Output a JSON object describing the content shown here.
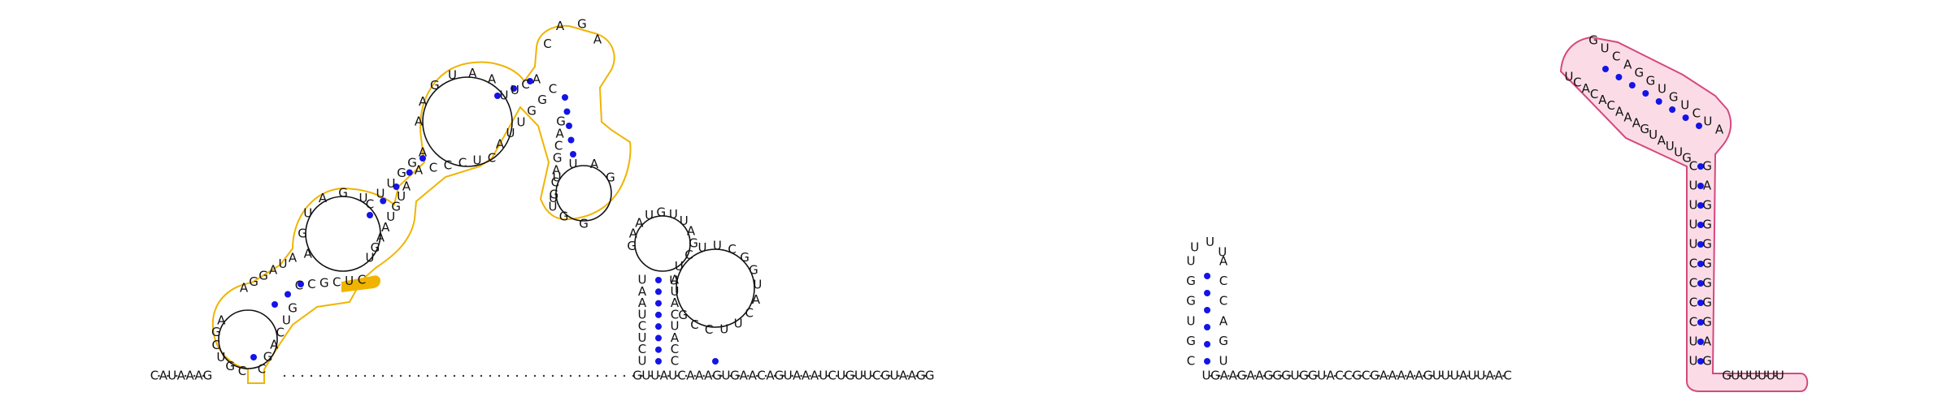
{
  "colors": {
    "background": "#ffffff",
    "nucleotide_text": "#111111",
    "base_pair_dot": "#1414e6",
    "backbone_dot": "#333333",
    "domain1_outline": "#f0b400",
    "domain1_fill": "#ffffff",
    "domain1_highlight": "#f0b400",
    "domain2_outline": "#d6487e",
    "domain2_fill": "#fbdce6",
    "loop_stroke": "#111111"
  },
  "sequence": {
    "left_segment": "CAUAAAG",
    "middle_segment": "GUUAUCAAAGUGAACAGUAAAUCUGUUCGUAAGG",
    "right_segment": "UGAAGAAGGGUGGUACCGCGAAAAAGUUUAUUAAC",
    "tail_segment": "GUUUUUU"
  },
  "domain_1": {
    "strand_a": [
      "C",
      "G",
      "U",
      "C",
      "G",
      "A",
      "A",
      "G",
      "G",
      "A",
      "U",
      "A",
      "A",
      "G",
      "U",
      "A",
      "G",
      "U",
      "C",
      "U",
      "U",
      "G",
      "G",
      "A",
      "A",
      "A",
      "G",
      "U",
      "A",
      "A",
      "U",
      "U",
      "C",
      "A",
      "C",
      "A",
      "G",
      "A"
    ],
    "strand_b": [
      "C",
      "G",
      "A",
      "C",
      "U",
      "G",
      "C",
      "C",
      "G",
      "C",
      "U",
      "C",
      "U",
      "G",
      "A",
      "A",
      "U",
      "G",
      "U",
      "A",
      "A",
      "C",
      "C",
      "C",
      "U",
      "C",
      "A",
      "U",
      "U",
      "G",
      "G",
      "C",
      "G",
      "A",
      "C",
      "G",
      "A",
      "C",
      "G",
      "U",
      "G",
      "G",
      "U",
      "U",
      "U",
      "A",
      "G"
    ]
  },
  "hairpin_center": {
    "stem_left": [
      "U",
      "A",
      "A",
      "U",
      "C",
      "U",
      "C",
      "U"
    ],
    "stem_right": [
      "A",
      "U",
      "A",
      "C",
      "U",
      "A",
      "C",
      "C"
    ],
    "loop": [
      "G",
      "A",
      "A",
      "U",
      "G",
      "U",
      "U",
      "A",
      "G"
    ],
    "second_loop": [
      "U",
      "U",
      "C",
      "U",
      "U",
      "C",
      "G",
      "G",
      "U",
      "A",
      "C",
      "U",
      "U",
      "C",
      "C",
      "G"
    ]
  },
  "hairpin_mid": {
    "stem_left": [
      "U",
      "G",
      "G",
      "U",
      "G",
      "C"
    ],
    "stem_right": [
      "A",
      "C",
      "C",
      "A",
      "G",
      "U"
    ],
    "loop": [
      "U",
      "U",
      "U"
    ]
  },
  "domain_2": {
    "left_column": [
      "C",
      "U",
      "U",
      "U",
      "U",
      "C",
      "C",
      "C",
      "C",
      "U",
      "U"
    ],
    "right_column": [
      "G",
      "A",
      "G",
      "G",
      "G",
      "G",
      "G",
      "G",
      "G",
      "A",
      "G"
    ],
    "upper_left": [
      "U",
      "C",
      "A",
      "C",
      "A",
      "C",
      "A",
      "A",
      "A",
      "G",
      "U",
      "A",
      "U",
      "U",
      "G"
    ],
    "upper_right": [
      "G",
      "U",
      "C",
      "A",
      "G",
      "G",
      "U",
      "G",
      "U",
      "C",
      "U",
      "A"
    ]
  }
}
